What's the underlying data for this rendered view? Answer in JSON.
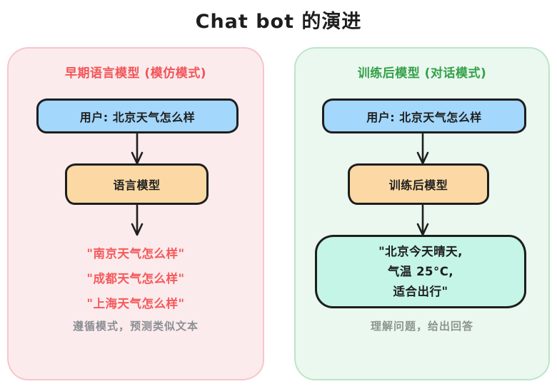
{
  "title": "Chat bot 的演进",
  "left_panel": {
    "header": "早期语言模型 (模仿模式)",
    "user_box": "用户: 北京天气怎么样",
    "model_box": "语言模型",
    "outputs": [
      "\"南京天气怎么样\"",
      "\"成都天气怎么样\"",
      "\"上海天气怎么样\""
    ],
    "caption": "遵循模式，预测类似文本"
  },
  "right_panel": {
    "header": "训练后模型 (对话模式)",
    "user_box": "用户: 北京天气怎么样",
    "model_box": "训练后模型",
    "answer_lines": [
      "\"北京今天晴天,",
      "气温 25°C,",
      "适合出行\""
    ],
    "caption": "理解问题，给出回答"
  },
  "colors": {
    "left_panel_bg": "#fcebec",
    "left_panel_border": "#f6c6cb",
    "left_header_text": "#f25458",
    "right_panel_bg": "#eaf8ef",
    "right_panel_border": "#bee4c9",
    "right_header_text": "#33a047",
    "user_box_fill": "#a3d7fb",
    "model_box_fill": "#fcd9a4",
    "answer_box_fill": "#c4f5e6",
    "node_border": "#1e1e1e",
    "red_output_text": "#f4595b",
    "caption_text": "#8a8f94"
  }
}
